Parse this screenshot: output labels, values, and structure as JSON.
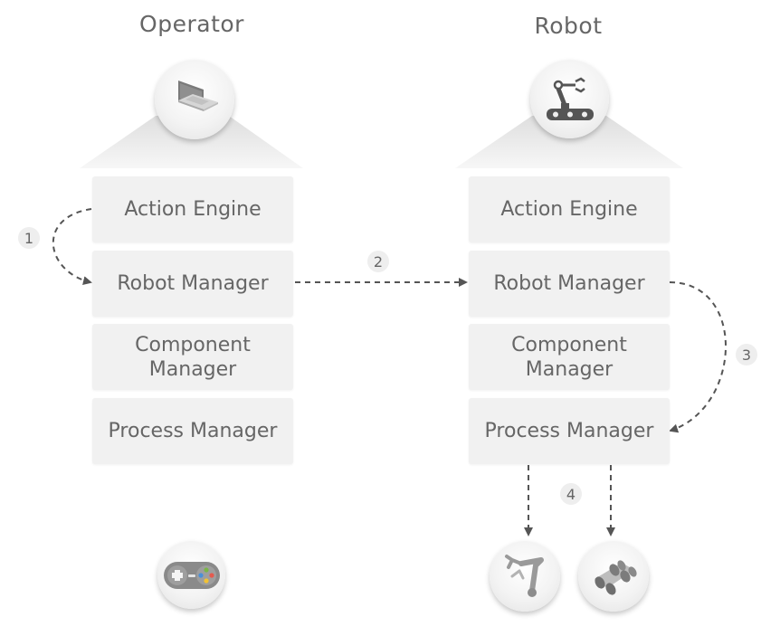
{
  "operator": {
    "title": "Operator",
    "modules": [
      "Action Engine",
      "Robot Manager",
      "Component Manager",
      "Process Manager"
    ],
    "top_icon": "laptop-icon",
    "bottom_icon": "gamepad-icon"
  },
  "robot": {
    "title": "Robot",
    "modules": [
      "Action Engine",
      "Robot Manager",
      "Component Manager",
      "Process Manager"
    ],
    "top_icon": "robot-arm-conveyor-icon",
    "bottom_icons": [
      "robotic-arm-icon",
      "wheeled-base-icon"
    ]
  },
  "steps": [
    "1",
    "2",
    "3",
    "4"
  ]
}
